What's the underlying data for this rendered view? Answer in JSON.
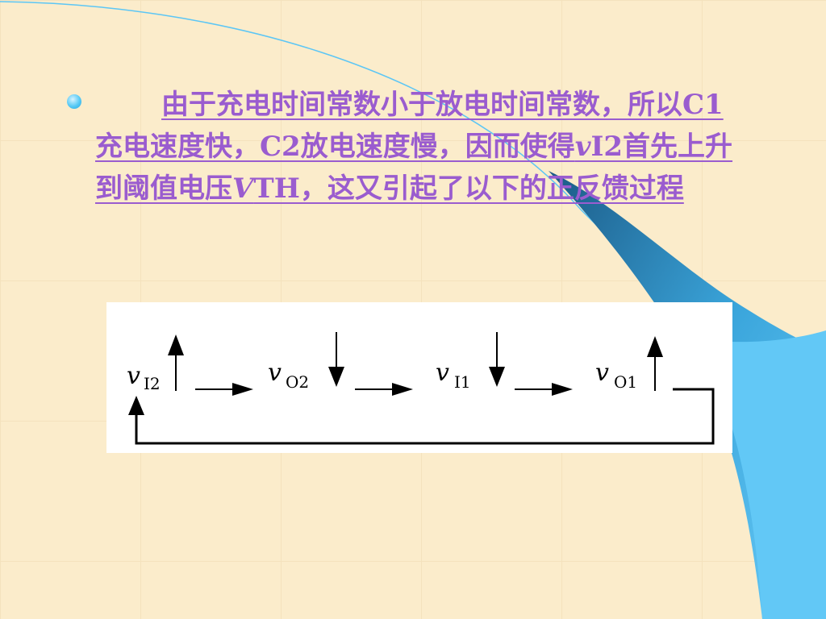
{
  "paragraph": {
    "part1": "由于充电时间常数小于放电时间常数，所以C1充电速度快，C2放电速度慢，因而使得",
    "v": "v",
    "part2": "I2首先上升到阈值电压",
    "vth_v": "V",
    "part3": "TH，这又引起了以下的正反馈过程"
  },
  "diagram": {
    "signals": [
      {
        "main": "v",
        "sub": "I2",
        "direction": "up"
      },
      {
        "main": "v",
        "sub": "O2",
        "direction": "down"
      },
      {
        "main": "v",
        "sub": "I1",
        "direction": "down"
      },
      {
        "main": "v",
        "sub": "O1",
        "direction": "up"
      }
    ]
  },
  "colors": {
    "text": "#9a5ccf",
    "background": "#fbeccb",
    "accent": "#5cc6f5"
  }
}
